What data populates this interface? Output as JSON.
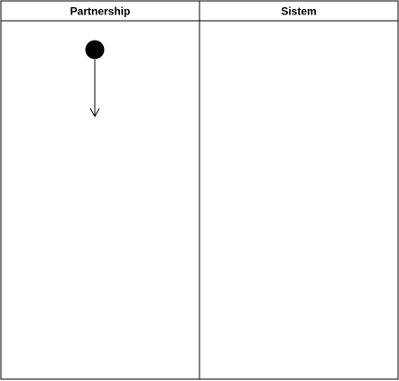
{
  "swimlanes": [
    {
      "title": "Partnership"
    },
    {
      "title": "Sistem"
    }
  ],
  "flow": {
    "start_node": "initial-node",
    "edges": [
      {
        "from": "initial-node",
        "to": "next-action"
      }
    ]
  },
  "colors": {
    "stroke": "#000000",
    "background": "#ffffff",
    "start_node_fill": "#000000"
  }
}
